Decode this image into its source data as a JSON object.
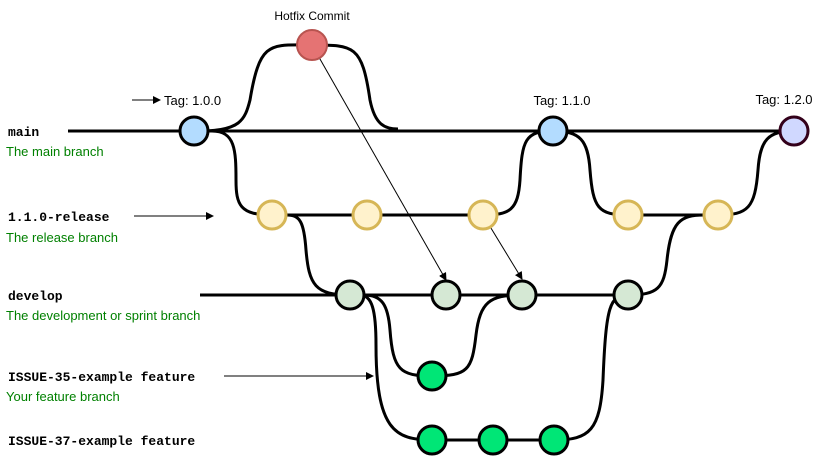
{
  "hotfix": {
    "label": "Hotfix Commit",
    "color": "#e57373"
  },
  "tags": [
    "Tag: 1.0.0",
    "Tag: 1.1.0",
    "Tag: 1.2.0"
  ],
  "branches": {
    "main": {
      "name": "main",
      "desc": "The main branch",
      "color": "#b3dcff"
    },
    "release": {
      "name": "1.1.0-release",
      "desc": "The release branch",
      "color": "#fff2cc"
    },
    "develop": {
      "name": "develop",
      "desc": "The development or sprint branch",
      "color": "#d5e8d4"
    },
    "feature35": {
      "name": "ISSUE-35-example feature",
      "desc": "Your feature branch",
      "color": "#00e676"
    },
    "feature37": {
      "name": "ISSUE-37-example feature",
      "color": "#00e676"
    }
  },
  "colors": {
    "release_stroke": "#d6b656",
    "develop_stroke": "#000000",
    "tag_last_stroke": "#33001a",
    "tag_last_fill": "#d0d8ff",
    "desc_text": "#008000"
  }
}
